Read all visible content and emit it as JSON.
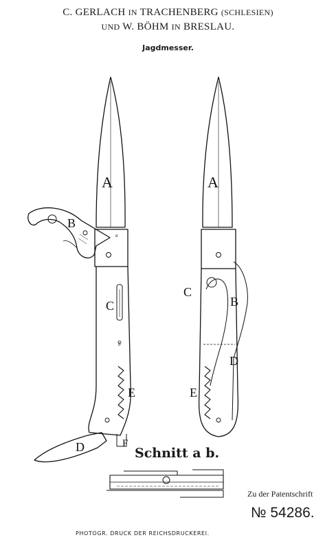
{
  "header": {
    "name1": "C. GERLACH",
    "in1": "IN",
    "place1": "TRACHENBERG",
    "region1": "(SCHLESIEN)",
    "und": "UND",
    "name2": "W. BÖHM",
    "in2": "IN",
    "place2": "BRESLAU."
  },
  "subtitle": "Jagdmesser.",
  "figure_labels": {
    "left_blade": "A",
    "left_hook": "B",
    "left_slot": "C",
    "left_saw": "E",
    "left_small_blade": "D",
    "left_f": "F",
    "right_blade": "A",
    "right_c": "C",
    "right_b": "B",
    "right_d": "D",
    "right_e": "E",
    "section_a": "a",
    "section_b": "b"
  },
  "section_caption": "Schnitt a b.",
  "patent_label": "Zu der Patentschrift",
  "patent_number": "№ 54286.",
  "footer": "PHOTOGR. DRUCK DER REICHSDRUCKEREI."
}
